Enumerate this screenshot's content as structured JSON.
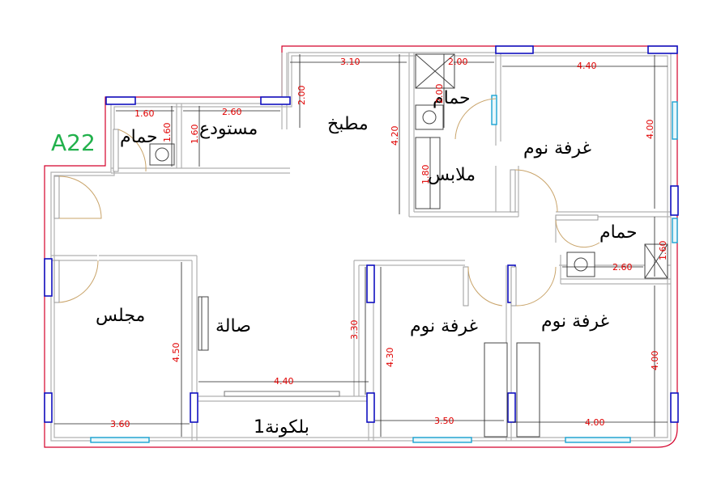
{
  "plan": {
    "unit_code": "A22",
    "rooms": {
      "bath_1": "حمام",
      "storage": "مستودع",
      "kitchen": "مطبخ",
      "bath_2": "حمام",
      "dressing": "ملابس",
      "bedroom_master": "غرفة نوم",
      "bath_3": "حمام",
      "majlis": "مجلس",
      "hall": "صالة",
      "bedroom_2": "غرفة نوم",
      "bedroom_3": "غرفة نوم",
      "balcony": "بلكونة1"
    },
    "dimensions": {
      "kitchen_width": "3.10",
      "kitchen_depth": "2.00",
      "kitchen_height": "4.20",
      "bath2_width": "2.00",
      "bath2_depth": "2.00",
      "bedroom_master_width": "4.40",
      "bedroom_master_depth": "4.00",
      "bath1_width": "1.60",
      "bath1_depth": "1.60",
      "storage_width": "2.60",
      "storage_depth": "1.60",
      "dressing_depth": "1.80",
      "bath3_width": "2.60",
      "bath3_depth": "1.60",
      "majlis_depth": "4.50",
      "majlis_width": "3.60",
      "balcony_width": "4.40",
      "hall_depth": "3.30",
      "bedroom2_depth": "4.30",
      "bedroom2_width": "3.50",
      "bedroom3_width": "4.00",
      "bedroom3_depth": "4.00"
    }
  }
}
